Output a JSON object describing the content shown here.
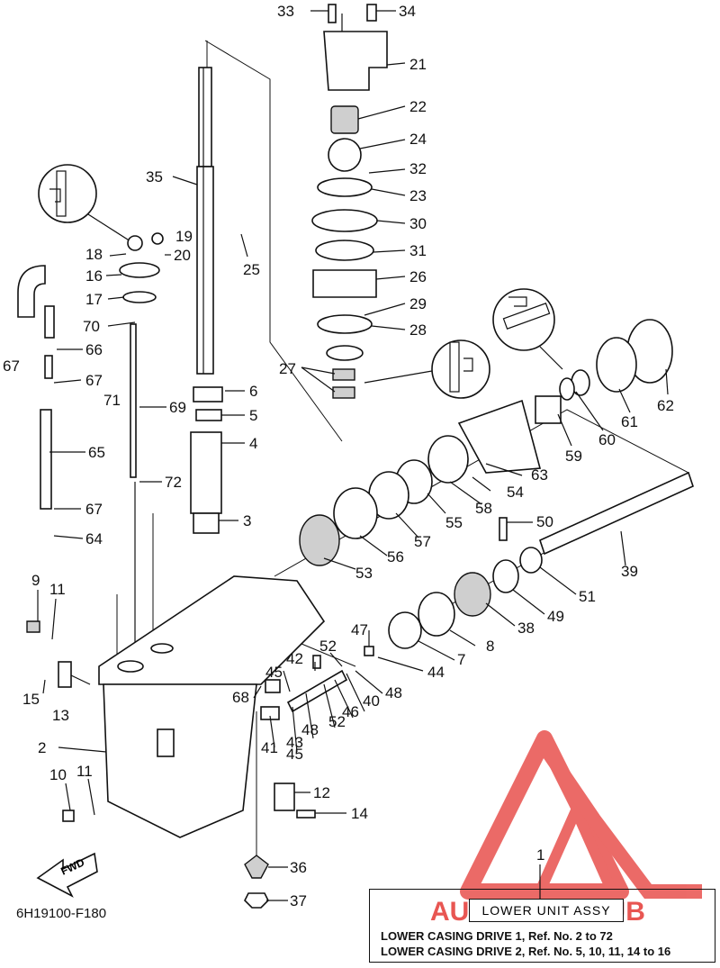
{
  "diagram": {
    "code": "6H19100-F180",
    "fwd_label": "FWD",
    "assembly": {
      "callout": "1",
      "title": "LOWER UNIT ASSY",
      "line1": "LOWER CASING DRIVE 1, Ref. No. 2 to 72",
      "line2": "LOWER CASING DRIVE 2, Ref. No. 5, 10, 11, 14 to 16"
    },
    "watermark": {
      "text": "AUTOMOTOHUB",
      "color": "#e53935",
      "accent": "#f5a623"
    },
    "refs": [
      {
        "id": "r33",
        "label": "33"
      },
      {
        "id": "r34",
        "label": "34"
      },
      {
        "id": "r21",
        "label": "21"
      },
      {
        "id": "r22",
        "label": "22"
      },
      {
        "id": "r24",
        "label": "24"
      },
      {
        "id": "r32",
        "label": "32"
      },
      {
        "id": "r23",
        "label": "23"
      },
      {
        "id": "r30",
        "label": "30"
      },
      {
        "id": "r31",
        "label": "31"
      },
      {
        "id": "r26",
        "label": "26"
      },
      {
        "id": "r29",
        "label": "29"
      },
      {
        "id": "r28",
        "label": "28"
      },
      {
        "id": "r27",
        "label": "27"
      },
      {
        "id": "r35",
        "label": "35"
      },
      {
        "id": "r19",
        "label": "19"
      },
      {
        "id": "r18",
        "label": "18"
      },
      {
        "id": "r20",
        "label": "20"
      },
      {
        "id": "r25",
        "label": "25"
      },
      {
        "id": "r16",
        "label": "16"
      },
      {
        "id": "r17",
        "label": "17"
      },
      {
        "id": "r70",
        "label": "70"
      },
      {
        "id": "r66",
        "label": "66"
      },
      {
        "id": "r67a",
        "label": "67"
      },
      {
        "id": "r67b",
        "label": "67"
      },
      {
        "id": "r71",
        "label": "71"
      },
      {
        "id": "r6",
        "label": "6"
      },
      {
        "id": "r5",
        "label": "5"
      },
      {
        "id": "r69",
        "label": "69"
      },
      {
        "id": "r4",
        "label": "4"
      },
      {
        "id": "r65",
        "label": "65"
      },
      {
        "id": "r72",
        "label": "72"
      },
      {
        "id": "r67c",
        "label": "67"
      },
      {
        "id": "r3",
        "label": "3"
      },
      {
        "id": "r64",
        "label": "64"
      },
      {
        "id": "r62",
        "label": "62"
      },
      {
        "id": "r61",
        "label": "61"
      },
      {
        "id": "r60",
        "label": "60"
      },
      {
        "id": "r59",
        "label": "59"
      },
      {
        "id": "r63",
        "label": "63"
      },
      {
        "id": "r54",
        "label": "54"
      },
      {
        "id": "r58",
        "label": "58"
      },
      {
        "id": "r55",
        "label": "55"
      },
      {
        "id": "r57",
        "label": "57"
      },
      {
        "id": "r56",
        "label": "56"
      },
      {
        "id": "r53",
        "label": "53"
      },
      {
        "id": "r50",
        "label": "50"
      },
      {
        "id": "r39",
        "label": "39"
      },
      {
        "id": "r51",
        "label": "51"
      },
      {
        "id": "r49",
        "label": "49"
      },
      {
        "id": "r38",
        "label": "38"
      },
      {
        "id": "r8",
        "label": "8"
      },
      {
        "id": "r7",
        "label": "7"
      },
      {
        "id": "r47",
        "label": "47"
      },
      {
        "id": "r52a",
        "label": "52"
      },
      {
        "id": "r44",
        "label": "44"
      },
      {
        "id": "r48a",
        "label": "48"
      },
      {
        "id": "r42",
        "label": "42"
      },
      {
        "id": "r40",
        "label": "40"
      },
      {
        "id": "r45a",
        "label": "45"
      },
      {
        "id": "r46",
        "label": "46"
      },
      {
        "id": "r52b",
        "label": "52"
      },
      {
        "id": "r48b",
        "label": "48"
      },
      {
        "id": "r68",
        "label": "68"
      },
      {
        "id": "r43",
        "label": "43"
      },
      {
        "id": "r41",
        "label": "41"
      },
      {
        "id": "r45b",
        "label": "45"
      },
      {
        "id": "r9",
        "label": "9"
      },
      {
        "id": "r11a",
        "label": "11"
      },
      {
        "id": "r15",
        "label": "15"
      },
      {
        "id": "r13",
        "label": "13"
      },
      {
        "id": "r2",
        "label": "2"
      },
      {
        "id": "r10",
        "label": "10"
      },
      {
        "id": "r11b",
        "label": "11"
      },
      {
        "id": "r12",
        "label": "12"
      },
      {
        "id": "r14",
        "label": "14"
      },
      {
        "id": "r36",
        "label": "36"
      },
      {
        "id": "r37",
        "label": "37"
      }
    ]
  }
}
